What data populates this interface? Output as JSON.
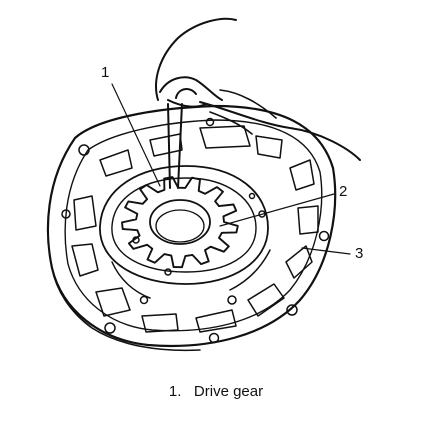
{
  "callouts": [
    {
      "number": "1"
    },
    {
      "number": "2"
    },
    {
      "number": "3"
    }
  ],
  "caption": {
    "number": "1.",
    "text": "Drive gear"
  },
  "colors": {
    "ink": "#111111",
    "paper": "#ffffff"
  }
}
